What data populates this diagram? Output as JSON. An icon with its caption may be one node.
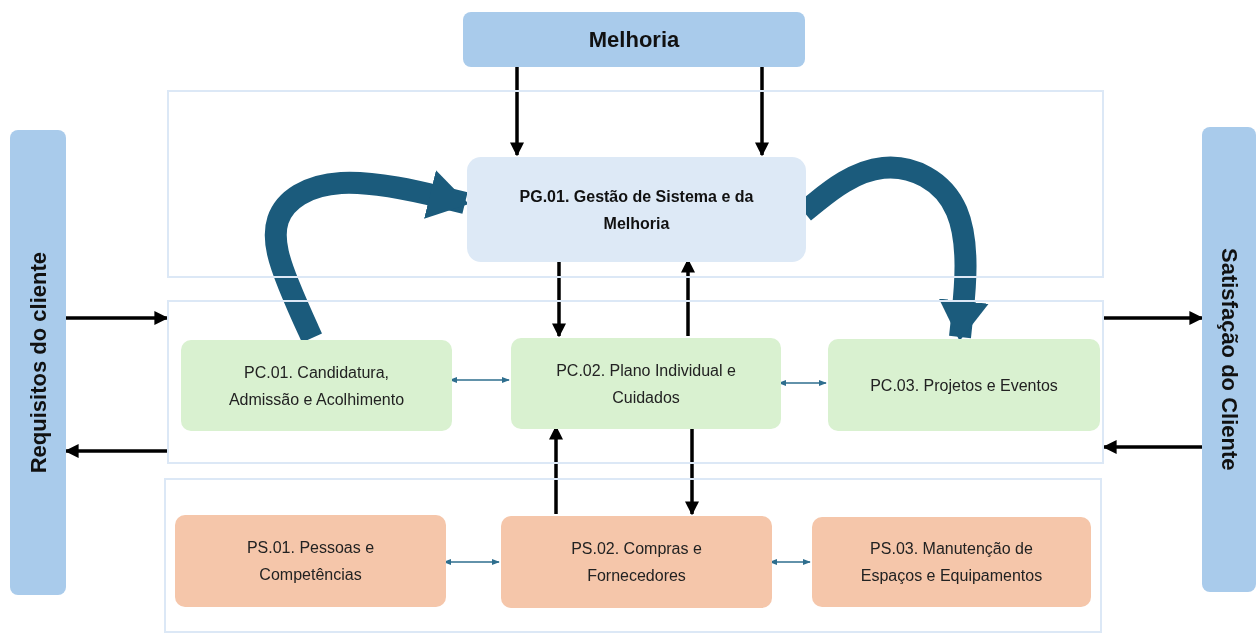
{
  "diagram": {
    "nodes": [
      {
        "text": [
          "Melhoria"
        ]
      },
      {
        "text": [
          "Requisitos do cliente"
        ]
      },
      {
        "text": [
          "Satisfação do Cliente"
        ]
      },
      {
        "text": [],
        "shape": "box"
      },
      {
        "text": [
          "PG.01. Gestão de Sistema e da Melhoria"
        ],
        "in": 3
      },
      {
        "text": [],
        "shape": "box"
      },
      {
        "text": [
          "PC.01. Candidatura, Admissão e Acolhimento"
        ],
        "in": 5
      },
      {
        "text": [
          "PC.02. Plano Individual e Cuidados"
        ],
        "in": 5
      },
      {
        "text": [
          "PC.03. Projetos e Eventos"
        ],
        "in": 5
      },
      {
        "text": [],
        "shape": "box"
      },
      {
        "text": [
          "PS.01. Pessoas e Competências"
        ],
        "in": 9
      },
      {
        "text": [
          "PS.02. Compras e Fornecedores"
        ],
        "in": 9
      },
      {
        "text": [
          "PS.03. Manutenção de Espaços e Equipamentos"
        ],
        "in": 9
      }
    ],
    "edges": [
      {
        "from": 0,
        "to": 4,
        "arrow": "to"
      },
      {
        "from": 0,
        "to": 4,
        "arrow": "to"
      },
      {
        "from": 6,
        "to": 4,
        "arrow": "to",
        "style": "thick",
        "color": "#1b5b7c"
      },
      {
        "from": 4,
        "to": 8,
        "arrow": "to",
        "style": "thick",
        "color": "#1b5b7c"
      },
      {
        "from": 4,
        "to": 7,
        "arrow": "to"
      },
      {
        "from": 7,
        "to": 4,
        "arrow": "to"
      },
      {
        "from": 1,
        "to": 5,
        "arrow": "to"
      },
      {
        "from": 5,
        "to": 1,
        "arrow": "to"
      },
      {
        "from": 5,
        "to": 2,
        "arrow": "to"
      },
      {
        "from": 2,
        "to": 5,
        "arrow": "to"
      },
      {
        "from": 6,
        "to": 7,
        "arrow": "both",
        "color": "#2e6e8e"
      },
      {
        "from": 7,
        "to": 8,
        "arrow": "both",
        "color": "#2e6e8e"
      },
      {
        "from": 11,
        "to": 7,
        "arrow": "to"
      },
      {
        "from": 7,
        "to": 11,
        "arrow": "to"
      },
      {
        "from": 10,
        "to": 11,
        "arrow": "both",
        "color": "#2e6e8e"
      },
      {
        "from": 11,
        "to": 12,
        "arrow": "both",
        "color": "#2e6e8e"
      }
    ]
  }
}
